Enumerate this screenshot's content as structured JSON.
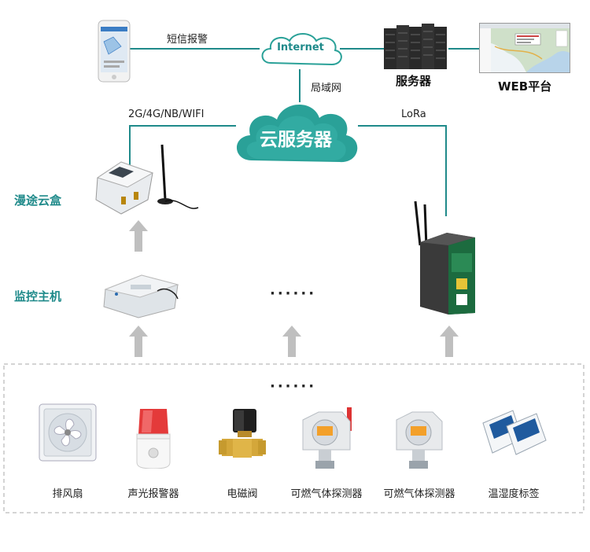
{
  "top": {
    "sms_label": "短信报警",
    "internet_label": "Internet",
    "server_label": "服务器",
    "web_label": "WEB平台",
    "lan_label": "局域网"
  },
  "cloud": {
    "label": "云服务器",
    "left_link": "2G/4G/NB/WIFI",
    "right_link": "LoRa"
  },
  "side_labels": {
    "gateway": "漫途云盒",
    "host": "监控主机"
  },
  "ellipsis": "······",
  "devices": [
    {
      "name": "排风扇",
      "icon": "exhaust-fan-icon"
    },
    {
      "name": "声光报警器",
      "icon": "alarm-icon"
    },
    {
      "name": "电磁阀",
      "icon": "solenoid-valve-icon"
    },
    {
      "name": "可燃气体探测器",
      "icon": "gas-detector-icon"
    },
    {
      "name": "可燃气体探测器",
      "icon": "gas-detector-icon"
    },
    {
      "name": "温湿度标签",
      "icon": "temp-humidity-tag-icon"
    }
  ],
  "colors": {
    "teal": "#1f8a8a",
    "cloud": "#2aa198",
    "line": "#1f8a8a",
    "arrow": "#bfbfbf"
  }
}
